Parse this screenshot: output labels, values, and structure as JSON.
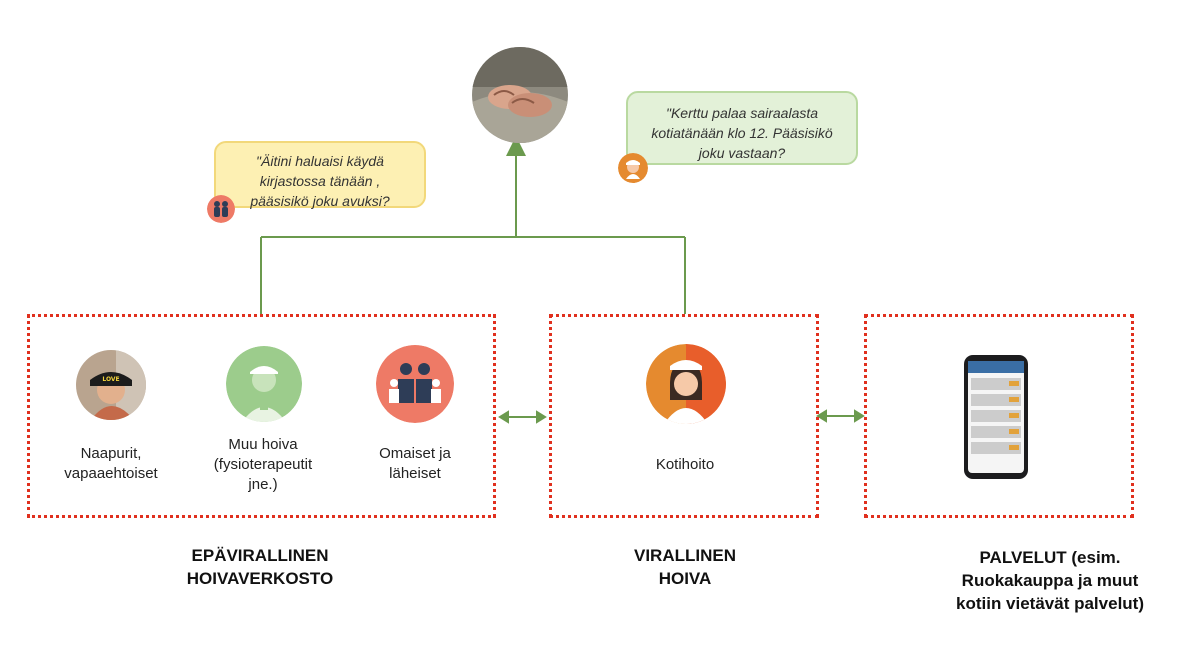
{
  "bubbles": {
    "daughter_quote": "\"Äitini haluaisi käydä kirjastossa tänään , pääsisikö joku avuksi?",
    "nurse_quote": "\"Kerttu palaa sairaalasta kotiatänään  klo 12. Pääsisikö joku vastaan?"
  },
  "nodes": {
    "neighbors": "Naapurit,\nvapaaehtoiset",
    "other_care": "Muu hoiva\n(fysioterapeutit\njne.)",
    "relatives": "Omaiset ja\nläheiset",
    "home_care": "Kotihoito"
  },
  "categories": {
    "informal": "EPÄVIRALLINEN\nHOIVAVERKOSTO",
    "formal": "VIRALLINEN\nHOIVA",
    "services": "PALVELUT (esim.\nRuokakauppa ja muut\nkotiin vietävät palvelut)"
  },
  "colors": {
    "dotted_border": "#e0301e",
    "connector": "#6b9a4e",
    "bubble_yellow": "#fdf0b3",
    "bubble_green": "#e3f1d8"
  },
  "icons": {
    "elder": "elderly-hands-photo",
    "neighbors": "neighbor-person-photo",
    "other_care": "caregiver-icon",
    "relatives": "family-icon",
    "home_care": "nurse-icon",
    "services": "smartphone-app-icon"
  }
}
